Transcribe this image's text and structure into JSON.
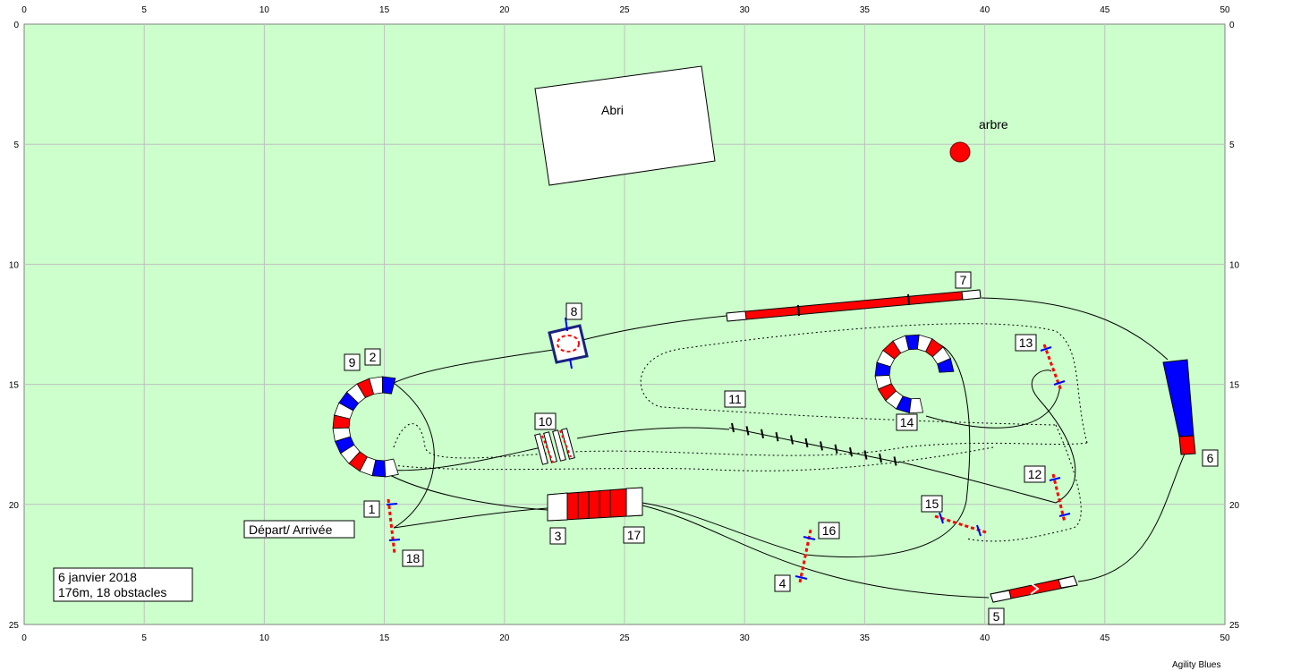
{
  "field": {
    "width_m": 50,
    "height_m": 25,
    "background": "#ccffcc",
    "grid_color": "#c0c0c0",
    "x_ticks": [
      "0",
      "5",
      "10",
      "15",
      "20",
      "25",
      "30",
      "35",
      "40",
      "45",
      "50"
    ],
    "y_ticks": [
      "0",
      "5",
      "10",
      "15",
      "20",
      "25"
    ]
  },
  "colors": {
    "red": "#ff0000",
    "blue": "#0000ff",
    "white": "#ffffff",
    "navy": "#1a237e"
  },
  "shelter": {
    "label": "Abri"
  },
  "tree": {
    "label": "arbre"
  },
  "start": {
    "label": "Départ/ Arrivée"
  },
  "info": {
    "line1": "6 janvier 2018",
    "line2": "176m, 18 obstacles"
  },
  "brand": "Agility Blues",
  "obstacle_numbers": [
    "1",
    "2",
    "3",
    "4",
    "5",
    "6",
    "7",
    "8",
    "9",
    "10",
    "11",
    "12",
    "13",
    "14",
    "15",
    "16",
    "17",
    "18"
  ]
}
